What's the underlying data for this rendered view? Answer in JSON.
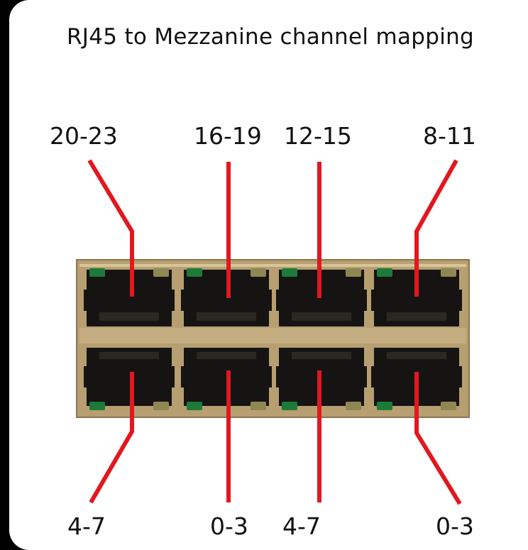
{
  "title": "RJ45 to Mezzanine channel mapping",
  "top_labels": [
    "20-23",
    "16-19",
    "12-15",
    "8-11"
  ],
  "bottom_labels": [
    "4-7",
    "0-3",
    "4-7",
    "0-3"
  ],
  "colors": {
    "background": "#000000",
    "panel": "#ffffff",
    "text": "#111111",
    "mapping_line": "#e3171e",
    "connector_frame": "#b79f71",
    "jack_interior": "#161412",
    "led_green": "#1d7a3a",
    "led_amber": "#8f8752"
  }
}
